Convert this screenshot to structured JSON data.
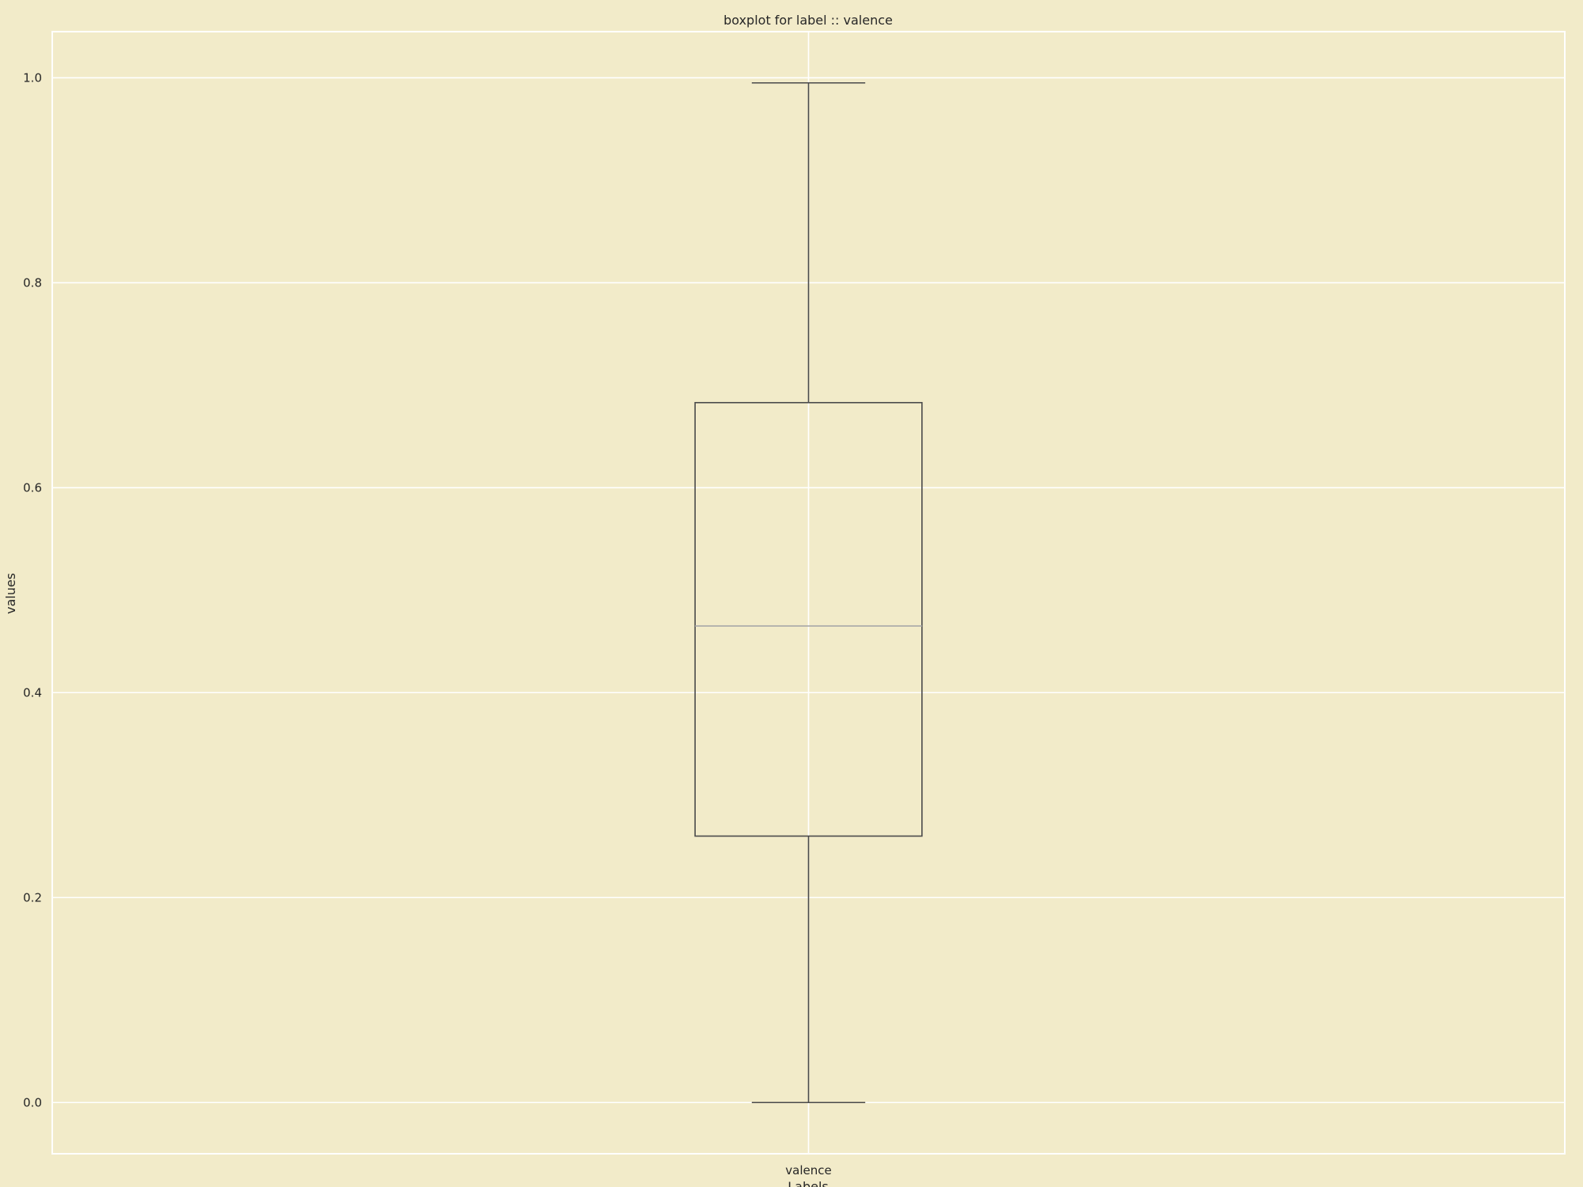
{
  "chart_data": {
    "type": "box",
    "title": "boxplot for label :: valence",
    "xlabel": "Labels",
    "ylabel": "values",
    "categories": [
      "valence"
    ],
    "boxes": [
      {
        "category": "valence",
        "whisker_low": 0.0,
        "q1": 0.26,
        "median": 0.465,
        "q3": 0.683,
        "whisker_high": 0.995
      }
    ],
    "ylim": [
      -0.05,
      1.045
    ],
    "yticks": [
      0.0,
      0.2,
      0.4,
      0.6,
      0.8,
      1.0
    ],
    "ytick_labels": [
      "0.0",
      "0.2",
      "0.4",
      "0.6",
      "0.8",
      "1.0"
    ],
    "grid": true,
    "colors": {
      "background": "#f2ebc9",
      "grid": "#ffffff",
      "box_edge": "#4a4a4a",
      "median": "#a8a8a8",
      "text": "#262626"
    }
  }
}
